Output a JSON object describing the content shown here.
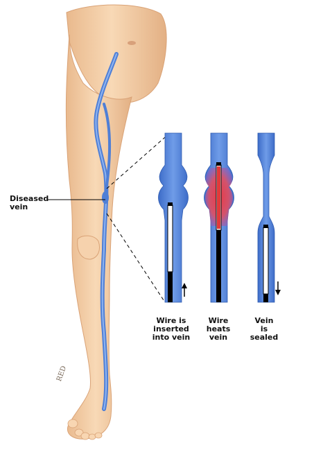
{
  "labels": {
    "diseased_line1": "Diseased",
    "diseased_line2": "vein",
    "step1": [
      "Wire is",
      "inserted",
      "into vein"
    ],
    "step2": [
      "Wire",
      "heats",
      "vein"
    ],
    "step3": [
      "Vein",
      "is",
      "sealed"
    ],
    "signature": "RED"
  },
  "colors": {
    "skin": "#f4cfa6",
    "skin_shadow": "#e3b287",
    "vein": "#4f7fd6",
    "vein_dark": "#2f5bb0",
    "heat": "#e23a3a",
    "wire": "#000000"
  },
  "icons": {
    "step1_arrow": "arrow-up-icon",
    "step3_arrow": "arrow-down-icon"
  }
}
